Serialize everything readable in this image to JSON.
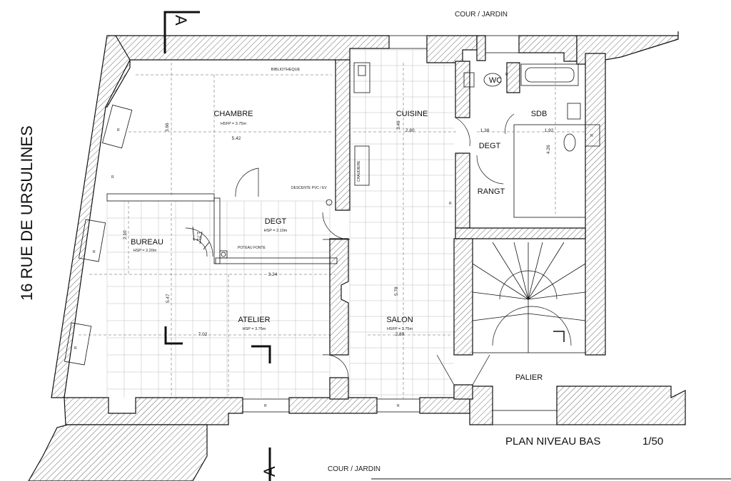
{
  "sheet": {
    "title": "PLAN NIVEAU BAS",
    "scale": "1/50",
    "top_label": "COUR / JARDIN",
    "bottom_label": "COUR / JARDIN",
    "street_label": "16  RUE  DE URSULINES",
    "section_marker": "A"
  },
  "rooms": {
    "chambre": {
      "name": "CHAMBRE",
      "height": "HSFP = 3.75m"
    },
    "bibliotheque": {
      "name": "BIBLIOTHEQUE"
    },
    "cuisine": {
      "name": "CUISINE"
    },
    "chaudiere": {
      "name": "CHAUDIERE"
    },
    "wc": {
      "name": "WC"
    },
    "sdb": {
      "name": "SDB"
    },
    "degt_top": {
      "name": "DEGT"
    },
    "rangt": {
      "name": "RANGT"
    },
    "degt_mid": {
      "name": "DEGT",
      "height": "HSP = 2.10m"
    },
    "bureau": {
      "name": "BUREAU",
      "height": "HSP = 2.20m"
    },
    "atelier": {
      "name": "ATELIER",
      "height": "HSP = 3.75m"
    },
    "salon": {
      "name": "SALON",
      "height": "HSFP = 3.75m"
    },
    "palier": {
      "name": "PALIER"
    }
  },
  "notes": {
    "descente": "DESCENTE PVC / EV",
    "poteau": "POTEAU FONTE",
    "radiator": "R"
  },
  "dimensions": {
    "chambre_width": "5.42",
    "chambre_height": "3.66",
    "cuisine_height": "3.46",
    "cuisine_width": "2.80",
    "degt_width": "1.38",
    "sdb_width": "1.92",
    "sdb_height": "4.26",
    "bureau_height": "2.10",
    "stair_small": "1.71",
    "atelier_height": "5.47",
    "atelier_width": "7.02",
    "degt_span": "3.24",
    "salon_height": "5.78",
    "salon_width": "2.80"
  }
}
